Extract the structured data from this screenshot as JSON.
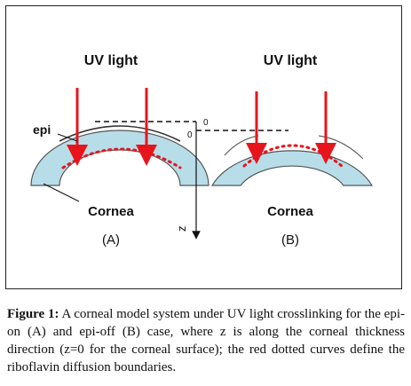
{
  "panel_a": {
    "light_label": "UV light",
    "epi_label": "epi",
    "cornea_label": "Cornea",
    "case_label": "(A)"
  },
  "panel_b": {
    "light_label": "UV light",
    "cornea_label": "Cornea",
    "case_label": "(B)"
  },
  "axis": {
    "zero_label_a": "0",
    "zero_label_b": "0",
    "z_label": "z"
  },
  "caption": {
    "figure_label": "Figure 1:",
    "text": " A corneal model system under UV light crosslinking for the epi-on (A) and epi-off (B) case, where z is along the corneal thickness direction (z=0 for the corneal surface); the red dotted curves define the riboflavin diffusion boundaries."
  },
  "colors": {
    "cornea_fill": "#b7dde8",
    "cornea_stroke": "#555555",
    "arrow_red": "#e8141c",
    "dot_red": "#e8141c"
  }
}
